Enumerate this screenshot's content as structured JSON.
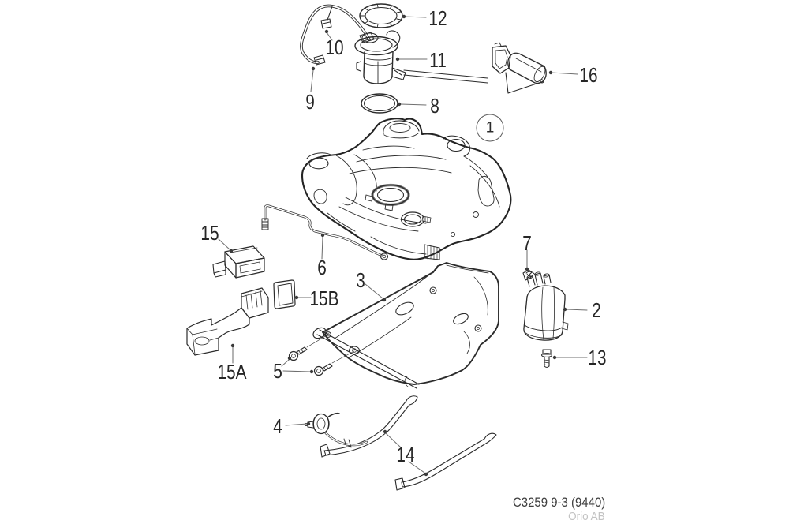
{
  "diagram": {
    "kind": "exploded-parts-diagram",
    "subject": "fuel tank and fuel pump assembly",
    "background_color": "#ffffff",
    "line_color": "#2b2b2b",
    "leader_color": "#6f6f6f",
    "label_color": "#262626"
  },
  "labels": {
    "p1": "1",
    "p2": "2",
    "p3": "3",
    "p4": "4",
    "p5": "5",
    "p6": "6",
    "p7": "7",
    "p8": "8",
    "p9": "9",
    "p10": "10",
    "p11": "11",
    "p12": "12",
    "p13": "13",
    "p14": "14",
    "p15": "15",
    "p15A": "15A",
    "p15B": "15B",
    "p16": "16"
  },
  "parts": [
    {
      "label": "1",
      "name": "fuel-tank"
    },
    {
      "label": "2",
      "name": "evap-canister"
    },
    {
      "label": "3",
      "name": "heat-shield"
    },
    {
      "label": "4",
      "name": "valve"
    },
    {
      "label": "5",
      "name": "screws"
    },
    {
      "label": "6",
      "name": "fuel-pipe"
    },
    {
      "label": "7",
      "name": "clip"
    },
    {
      "label": "8",
      "name": "o-ring-seal"
    },
    {
      "label": "9",
      "name": "harness-connector"
    },
    {
      "label": "10",
      "name": "harness-connector-2"
    },
    {
      "label": "11",
      "name": "fuel-pump-assembly"
    },
    {
      "label": "12",
      "name": "locking-ring"
    },
    {
      "label": "13",
      "name": "bolt"
    },
    {
      "label": "14",
      "name": "tank-straps"
    },
    {
      "label": "15",
      "name": "control-module"
    },
    {
      "label": "15A",
      "name": "module-bracket"
    },
    {
      "label": "15B",
      "name": "pad"
    },
    {
      "label": "16",
      "name": "fuel-level-sender"
    }
  ],
  "footer": {
    "code": "C3259 9-3 (9440)",
    "publisher": "Orio AB"
  }
}
